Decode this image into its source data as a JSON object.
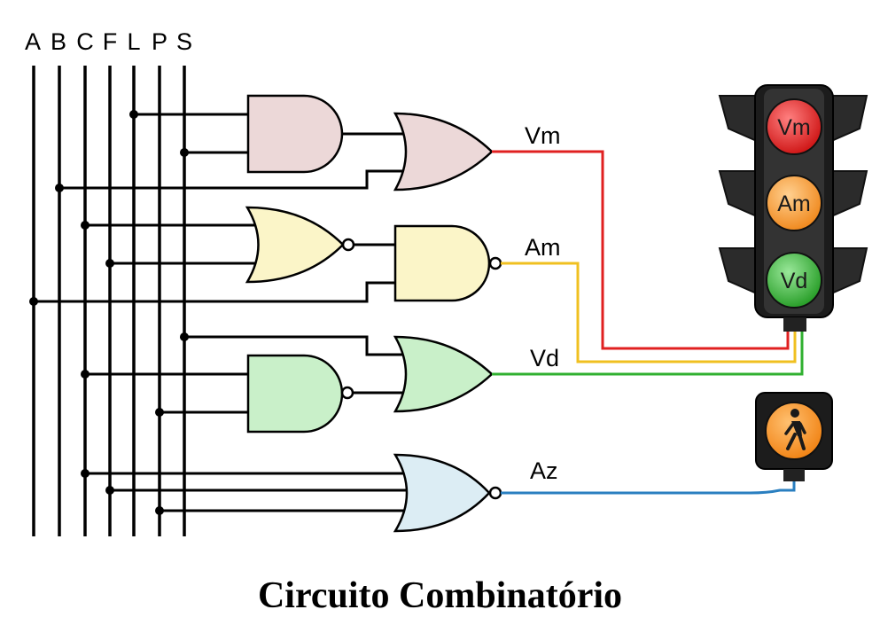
{
  "title": "Circuito Combinatório",
  "inputs": [
    "A",
    "B",
    "C",
    "F",
    "L",
    "P",
    "S"
  ],
  "outputs": {
    "vm": "Vm",
    "am": "Am",
    "vd": "Vd",
    "az": "Az"
  },
  "traffic_light": {
    "red_label": "Vm",
    "amber_label": "Am",
    "green_label": "Vd"
  },
  "pedestrian_light": {
    "icon": "pedestrian-icon"
  },
  "colors": {
    "red_wire": "#e02020",
    "amber_wire": "#f0c020",
    "green_wire": "#30b030",
    "blue_wire": "#2a7fc0",
    "gate_and_or_top": "#ecd8d8",
    "gate_nor_mid": "#fbf5c8",
    "gate_nand_mid": "#fbf5c8",
    "gate_green": "#c9f0c9",
    "gate_blue": "#dcedf4",
    "lamp_red": "#e83030",
    "lamp_amber": "#f59a2e",
    "lamp_green": "#3fb53f"
  }
}
